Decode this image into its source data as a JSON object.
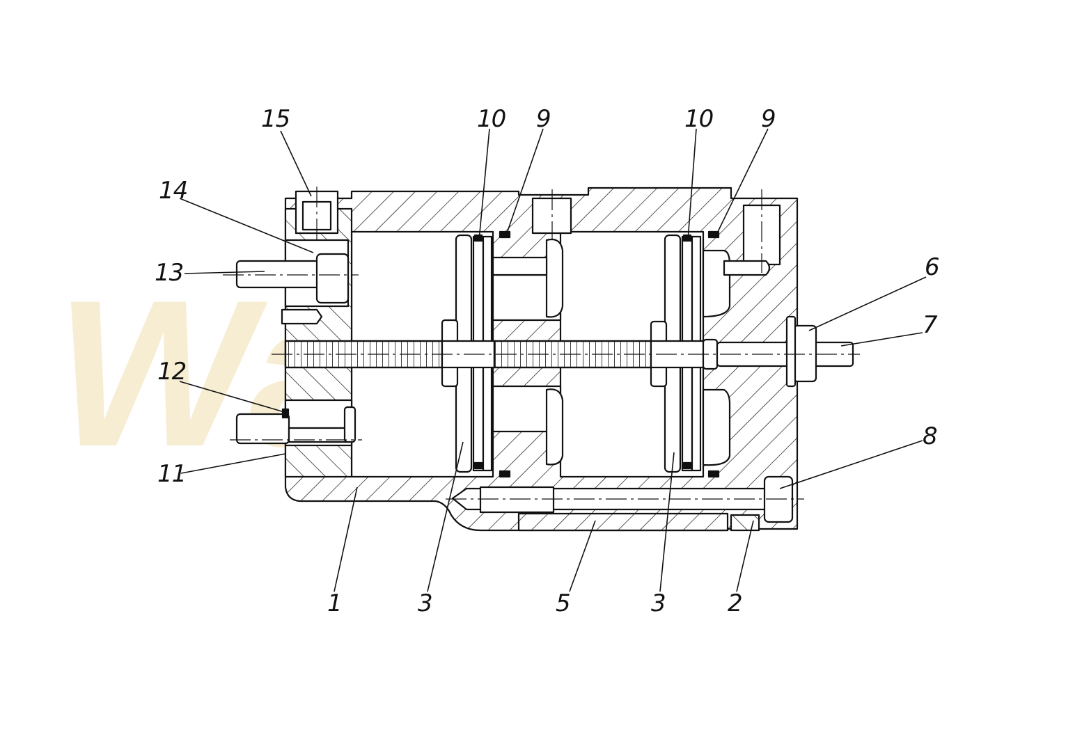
{
  "watermark": {
    "text": "Wabco",
    "color": "#f5e7c4"
  },
  "colors": {
    "ink": "#111111",
    "paper": "#ffffff"
  },
  "callouts": [
    {
      "id": "c15",
      "text": "15"
    },
    {
      "id": "c14",
      "text": "14"
    },
    {
      "id": "c13",
      "text": "13"
    },
    {
      "id": "c12",
      "text": "12"
    },
    {
      "id": "c11",
      "text": "11"
    },
    {
      "id": "c10a",
      "text": "10"
    },
    {
      "id": "c9a",
      "text": "9"
    },
    {
      "id": "c10b",
      "text": "10"
    },
    {
      "id": "c9b",
      "text": "9"
    },
    {
      "id": "c6",
      "text": "6"
    },
    {
      "id": "c7",
      "text": "7"
    },
    {
      "id": "c8",
      "text": "8"
    },
    {
      "id": "c1",
      "text": "1"
    },
    {
      "id": "c3a",
      "text": "3"
    },
    {
      "id": "c5",
      "text": "5"
    },
    {
      "id": "c3b",
      "text": "3"
    },
    {
      "id": "c2",
      "text": "2"
    }
  ]
}
